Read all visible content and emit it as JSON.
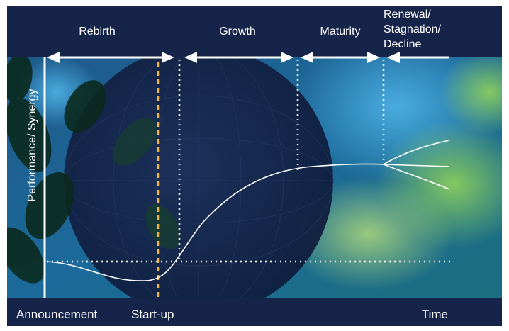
{
  "phases": [
    {
      "label": "Rebirth"
    },
    {
      "label": "Growth"
    },
    {
      "label": "Maturity"
    },
    {
      "label_lines": [
        "Renewal/",
        "Stagnation/",
        "Decline"
      ]
    }
  ],
  "y_axis_label": "Performance/ Synergy",
  "x_axis_labels": {
    "announcement": "Announcement",
    "startup": "Start-up",
    "time": "Time"
  },
  "colors": {
    "band": "#16244a",
    "line": "#ffffff",
    "startup_marker": "#f3b63a"
  }
}
